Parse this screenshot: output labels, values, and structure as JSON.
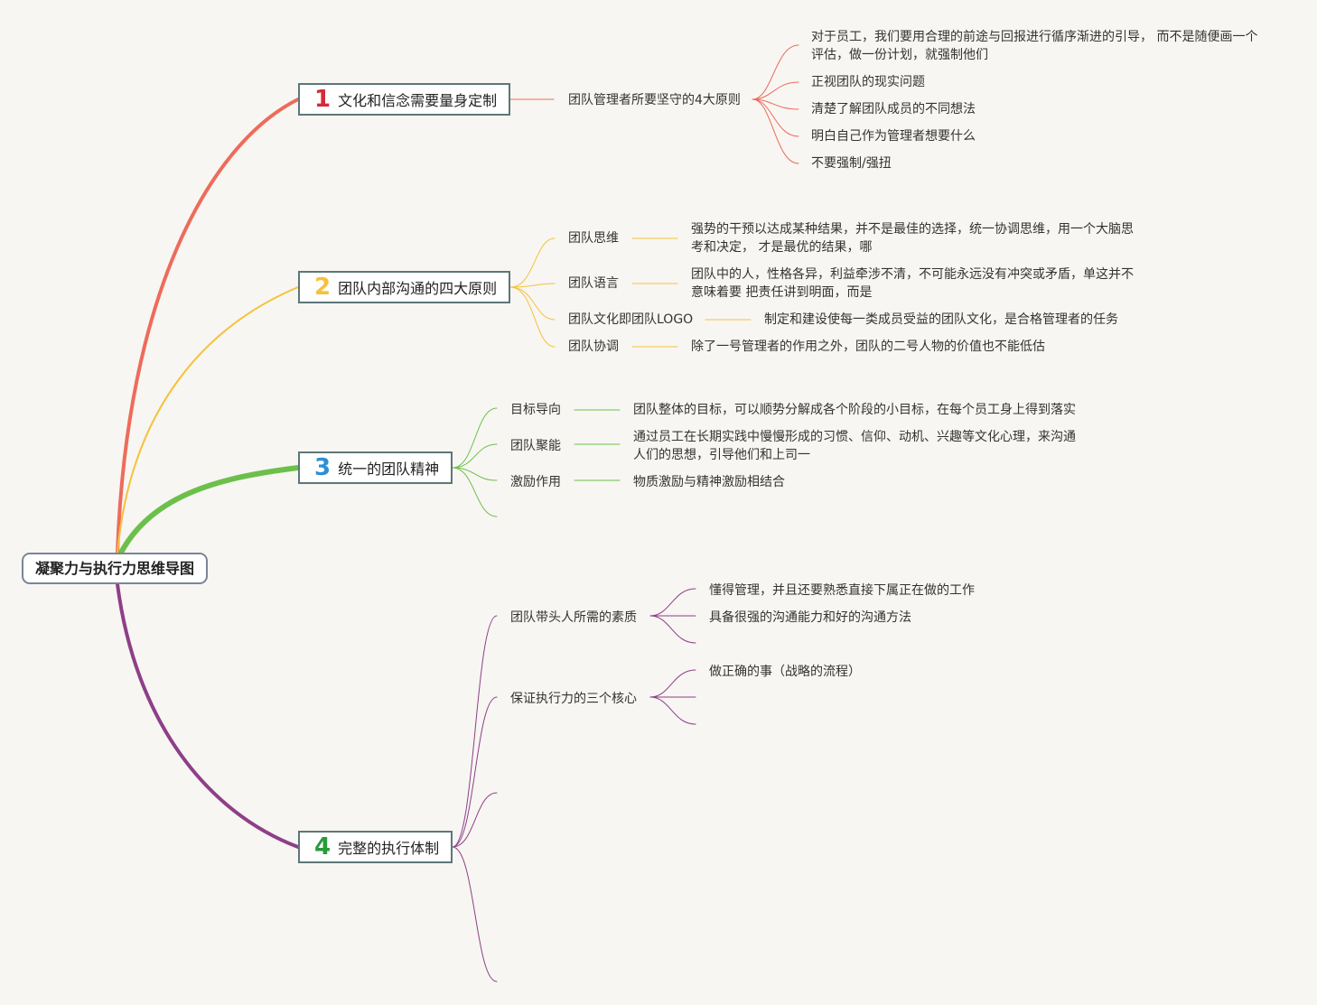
{
  "root": "凝聚力与执行力思维导图",
  "branches": [
    {
      "num": "1",
      "color": "#ee6b5b",
      "num_color": "#d42b3a",
      "title": "文化和信念需要量身定制",
      "sub": "团队管理者所要坚守的4大原则",
      "leaves": [
        "对于员工，我们要用合理的前途与回报进行循序渐进的引导， 而不是随便画一个评估，做一份计划，就强制他们",
        "正视团队的现实问题",
        "清楚了解团队成员的不同想法",
        "明白自己作为管理者想要什么",
        "不要强制/强扭"
      ]
    },
    {
      "num": "2",
      "color": "#f6c13b",
      "num_color": "#f6c13b",
      "title": "团队内部沟通的四大原则",
      "items": [
        {
          "label": "团队思维",
          "detail": "强势的干预以达成某种结果，并不是最佳的选择，统一协调思维，用一个大脑思考和决定， 才是最优的结果，哪"
        },
        {
          "label": "团队语言",
          "detail": "团队中的人，性格各异，利益牵涉不清，不可能永远没有冲突或矛盾，单这并不意味着要 把责任讲到明面，而是"
        },
        {
          "label": "团队文化即团队LOGO",
          "detail": "制定和建设使每一类成员受益的团队文化，是合格管理者的任务"
        },
        {
          "label": "团队协调",
          "detail": "除了一号管理者的作用之外，团队的二号人物的价值也不能低估"
        }
      ]
    },
    {
      "num": "3",
      "color": "#6cc04a",
      "num_color": "#2d8fd5",
      "title": "统一的团队精神",
      "items": [
        {
          "label": "目标导向",
          "detail": "团队整体的目标，可以顺势分解成各个阶段的小目标，在每个员工身上得到落实"
        },
        {
          "label": "团队聚能",
          "detail": "通过员工在长期实践中慢慢形成的习惯、信仰、动机、兴趣等文化心理，来沟通人们的思想，引导他们和上司一"
        },
        {
          "label": "激励作用",
          "detail": "物质激励与精神激励相结合"
        }
      ]
    },
    {
      "num": "4",
      "color": "#8e3f88",
      "num_color": "#2a9a3a",
      "title": "完整的执行体制",
      "items": [
        {
          "label": "团队带头人所需的素质",
          "children": [
            "懂得管理，并且还要熟悉直接下属正在做的工作",
            "具备很强的沟通能力和好的沟通方法"
          ]
        },
        {
          "label": "保证执行力的三个核心",
          "children": [
            "做正确的事（战略的流程）"
          ]
        }
      ]
    }
  ]
}
